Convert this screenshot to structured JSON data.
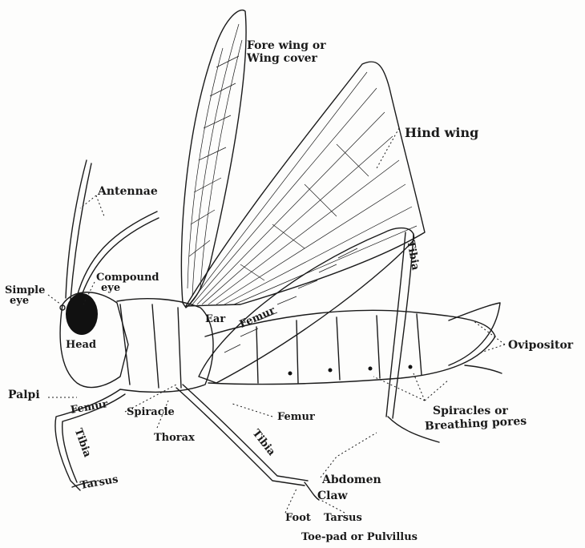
{
  "labels": {
    "fore_wing": "Fore wing or",
    "wing_cover": "Wing cover",
    "hind_wing": "Hind wing",
    "antennae": "Antennae",
    "compound_eye_1": "Compound",
    "compound_eye_2": "eye",
    "simple_eye_1": "Simple",
    "simple_eye_2": "eye",
    "head": "Head",
    "ear": "Ear",
    "femur_hind": "Femur",
    "tibia_hind": "Tibia",
    "ovipositor": "Ovipositor",
    "palpi": "Palpi",
    "femur_front": "Femur",
    "spiracle": "Spiracle",
    "thorax": "Thorax",
    "femur_mid": "Femur",
    "tibia_front": "Tibia",
    "tarsus_front": "Tarsus",
    "tibia_mid": "Tibia",
    "spiracles_1": "Spiracles or",
    "spiracles_2": "Breathing pores",
    "abdomen": "Abdomen",
    "claw": "Claw",
    "foot": "Foot",
    "tarsus_foot": "Tarsus",
    "toe_pad": "Toe-pad or Pulvillus"
  }
}
